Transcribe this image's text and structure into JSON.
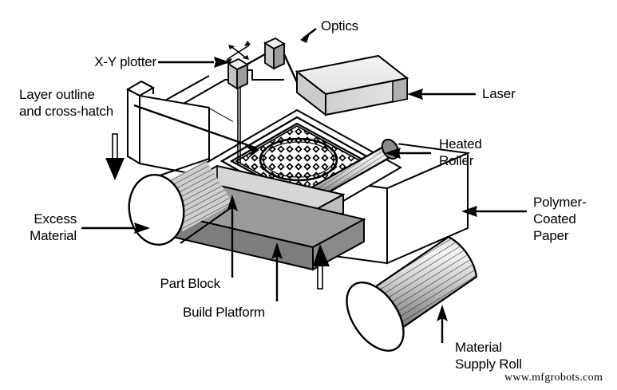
{
  "figure": {
    "title": "Laminated Object Manufacturing schematic",
    "background_color": "#ffffff",
    "line_color": "#000000"
  },
  "labels": {
    "optics": "Optics",
    "xy_plotter": "X-Y plotter",
    "layer_outline": "Layer outline\nand cross-hatch",
    "laser": "Laser",
    "heated_roller": "Heated\nRoller",
    "polymer_coated_paper": "Polymer-Coated\nPaper",
    "excess_material": "Excess\nMaterial",
    "part_block": "Part Block",
    "build_platform": "Build Platform",
    "material_supply_roll": "Material\nSupply Roll"
  },
  "watermark": {
    "text": "www.mfgrobots.com"
  },
  "palette": {
    "outline": "#000000",
    "white": "#ffffff",
    "light_gray": "#e8e8e8",
    "mid_gray": "#c9c9c9",
    "med_gray": "#b4b4b4",
    "dark_gray": "#8e8e8e",
    "darker_gray": "#6f6f6f",
    "part_block_top": "#d6d6d6",
    "part_block_side": "#a8a8a8",
    "platform_top": "#9a9a9a",
    "platform_side": "#7d7d7d"
  },
  "components": [
    {
      "name": "laser",
      "kind": "box-3d",
      "label": "Laser"
    },
    {
      "name": "optics",
      "kind": "small-box",
      "label": "Optics"
    },
    {
      "name": "xy-plotter-head",
      "kind": "small-box-with-4way-arrows",
      "label": "X-Y plotter"
    },
    {
      "name": "laser-beam",
      "kind": "vertical-line"
    },
    {
      "name": "cross-hatch-region",
      "kind": "grid-in-circle"
    },
    {
      "name": "heated-roller",
      "kind": "striped-cylinder",
      "label": "Heated Roller"
    },
    {
      "name": "excess-material-roll",
      "kind": "striped-cylinder",
      "label": "Excess Material"
    },
    {
      "name": "material-supply-roll",
      "kind": "striped-cylinder",
      "label": "Material Supply Roll"
    },
    {
      "name": "part-block",
      "kind": "slab",
      "label": "Part Block"
    },
    {
      "name": "build-platform",
      "kind": "slab",
      "label": "Build Platform"
    },
    {
      "name": "machine-body",
      "kind": "box-3d",
      "label": "Polymer-Coated Paper"
    },
    {
      "name": "feed-direction-arrow-down",
      "kind": "hollow-arrow",
      "direction": "down"
    },
    {
      "name": "feed-direction-arrow-up",
      "kind": "hollow-arrow",
      "direction": "up"
    }
  ]
}
